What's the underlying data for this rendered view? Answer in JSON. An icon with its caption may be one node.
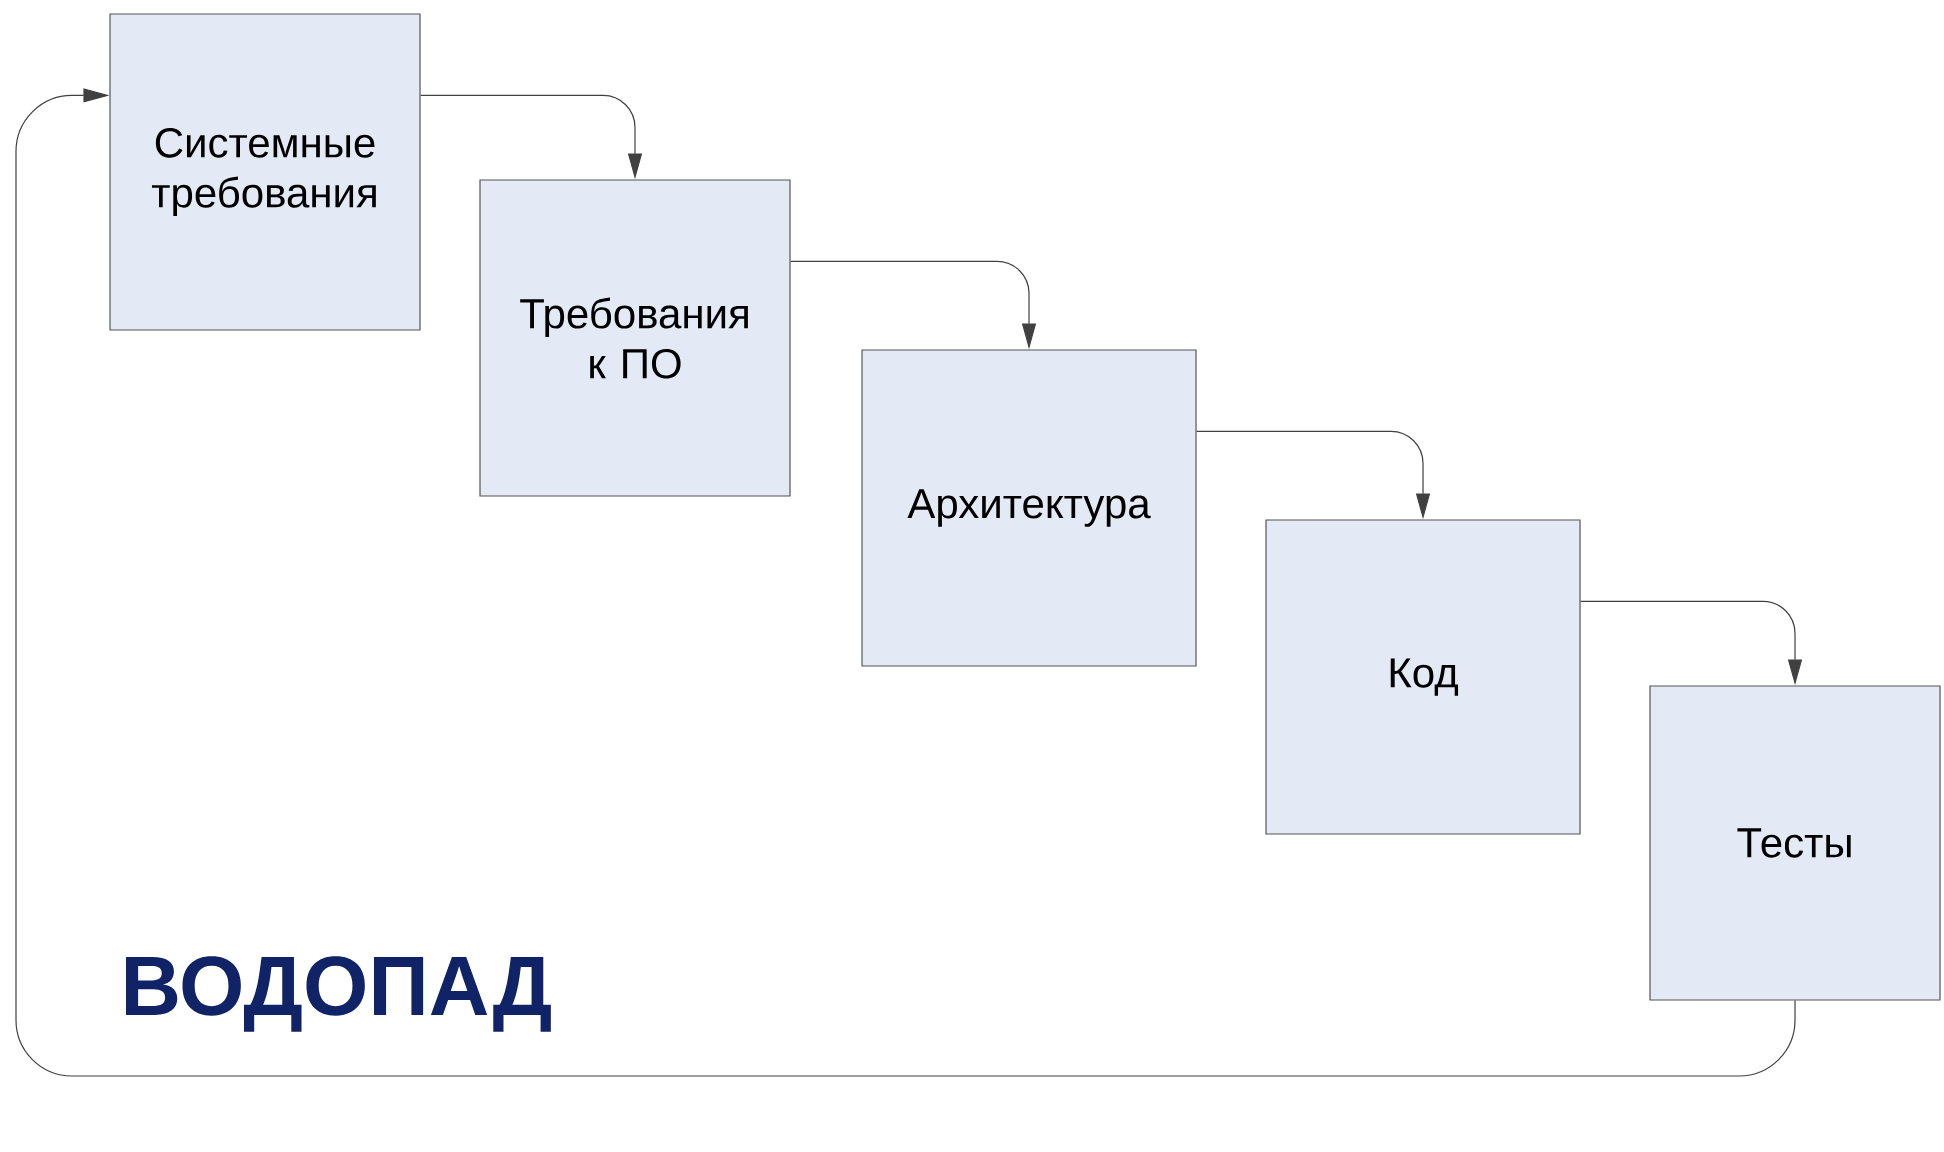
{
  "diagram": {
    "title": "ВОДОПАД",
    "nodes": [
      {
        "text": [
          "Системные требования"
        ]
      },
      {
        "text": [
          "Требования к ПО"
        ]
      },
      {
        "text": [
          "Архитектура"
        ]
      },
      {
        "text": [
          "Код"
        ]
      },
      {
        "text": [
          "Тесты"
        ]
      }
    ],
    "edges": [
      {
        "from": 0,
        "to": 1,
        "arrow": "to"
      },
      {
        "from": 1,
        "to": 2,
        "arrow": "to"
      },
      {
        "from": 2,
        "to": 3,
        "arrow": "to"
      },
      {
        "from": 3,
        "to": 4,
        "arrow": "to"
      },
      {
        "from": 4,
        "to": 0,
        "arrow": "to"
      }
    ]
  }
}
